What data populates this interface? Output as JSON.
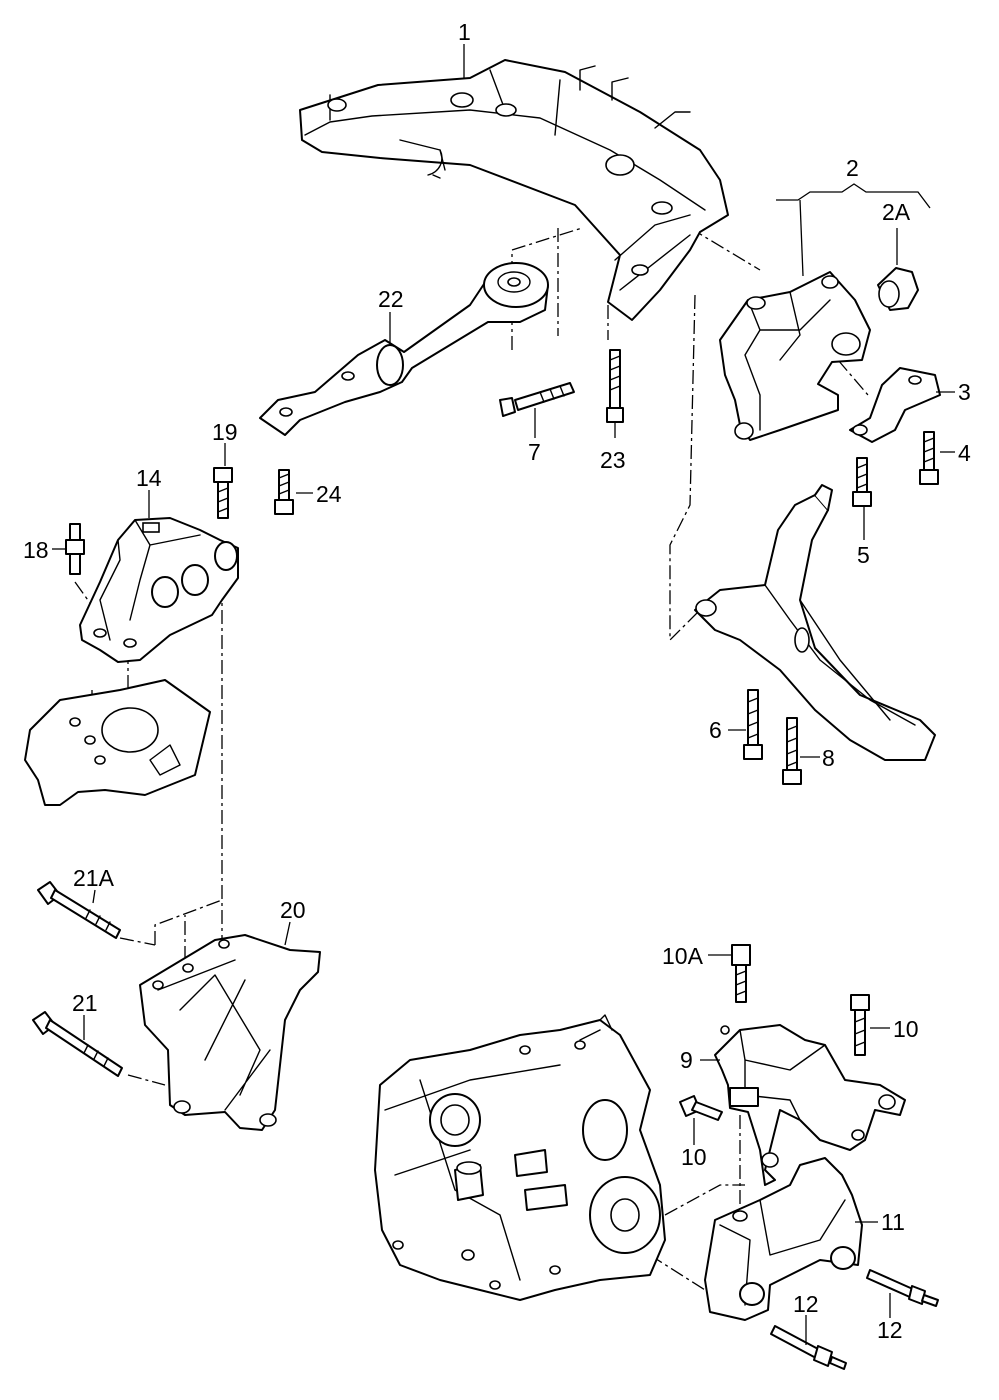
{
  "callouts": {
    "c1": "1",
    "c2": "2",
    "c2a": "2A",
    "c3": "3",
    "c4": "4",
    "c5": "5",
    "c6": "6",
    "c7": "7",
    "c8": "8",
    "c9": "9",
    "c10a": "10A",
    "c10_right": "10",
    "c10_left": "10",
    "c11": "11",
    "c12_right": "12",
    "c12_bottom": "12",
    "c14": "14",
    "c18": "18",
    "c19": "19",
    "c20": "20",
    "c21a": "21A",
    "c21": "21",
    "c22": "22",
    "c23": "23",
    "c24": "24"
  }
}
